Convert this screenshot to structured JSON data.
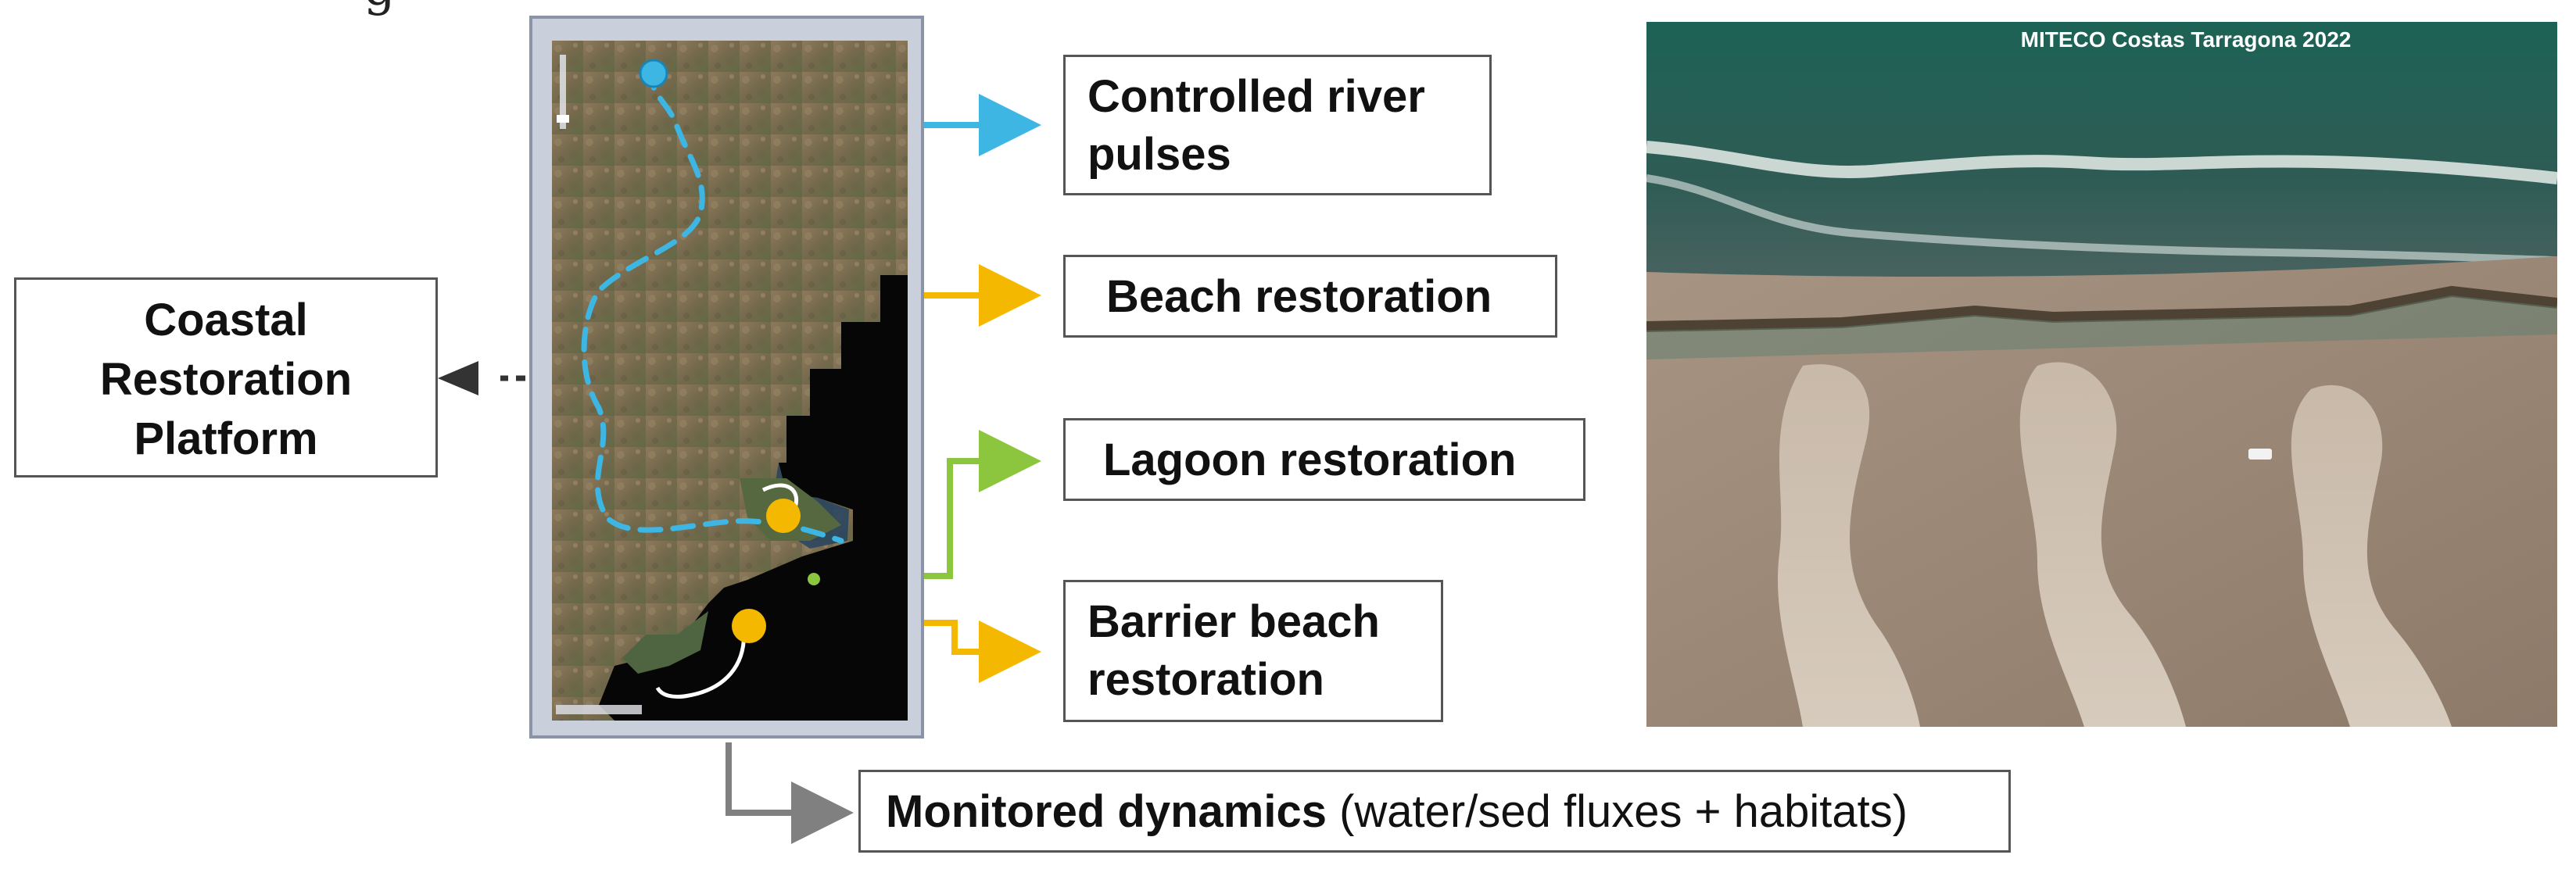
{
  "clipped_caption": "g",
  "platform_box": {
    "lines": [
      "Coastal",
      "Restoration",
      "Platform"
    ]
  },
  "map_panel": {
    "alt": "satellite map of the river delta"
  },
  "actions": [
    {
      "id": "controlled-river-pulses",
      "lines": [
        "Controlled river",
        "pulses"
      ],
      "color": "#3db6e3"
    },
    {
      "id": "beach-restoration",
      "lines": [
        "Beach restoration"
      ],
      "color": "#f5b800"
    },
    {
      "id": "lagoon-restoration",
      "lines": [
        "Lagoon restoration"
      ],
      "color": "#8cc63f"
    },
    {
      "id": "barrier-beach-restoration",
      "lines": [
        "Barrier beach",
        "restoration"
      ],
      "color": "#f5b800"
    }
  ],
  "monitoring_box": {
    "bold": "Monitored dynamics",
    "normal": " (water/sed fluxes + habitats)",
    "color": "#808080"
  },
  "photo_panel": {
    "caption": "MITECO Costas Tarragona 2022"
  },
  "colors": {
    "river_dashed": "#3db6e3",
    "beach": "#f5b800",
    "lagoon": "#8cc63f",
    "monitor": "#808080",
    "platform_arrow": "#333333"
  }
}
